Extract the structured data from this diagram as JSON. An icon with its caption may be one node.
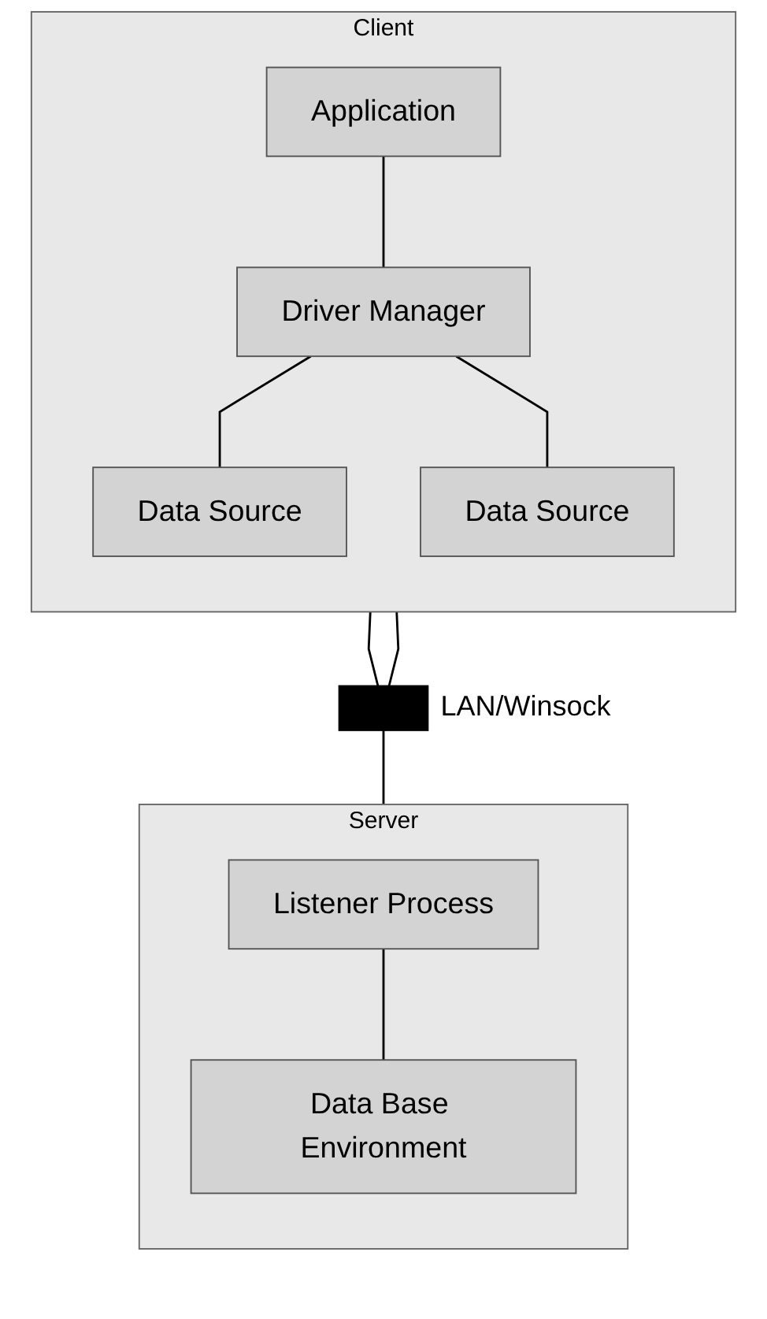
{
  "diagram": {
    "nodes": [
      {
        "text": [
          "Client"
        ]
      },
      {
        "text": [
          "Application"
        ],
        "in": 0
      },
      {
        "text": [
          "Driver Manager"
        ],
        "in": 0
      },
      {
        "text": [
          "Data Source"
        ],
        "in": 0
      },
      {
        "text": [
          "Data Source"
        ],
        "in": 0
      },
      {
        "text": [],
        "shape": "bar",
        "beside": [
          "LAN/Winsock"
        ]
      },
      {
        "text": [
          "Server"
        ]
      },
      {
        "text": [
          "Listener Process"
        ],
        "in": 6
      },
      {
        "text": [
          "Data Base Environment"
        ],
        "in": 6
      }
    ],
    "edges": [
      {
        "from": 1,
        "to": 2,
        "arrow": "none"
      },
      {
        "from": 2,
        "to": 3,
        "arrow": "none"
      },
      {
        "from": 2,
        "to": 4,
        "arrow": "none"
      },
      {
        "from": 0,
        "to": 5,
        "arrow": "none"
      },
      {
        "from": 0,
        "to": 5,
        "arrow": "none"
      },
      {
        "from": 5,
        "to": 6,
        "arrow": "none"
      },
      {
        "from": 7,
        "to": 8,
        "arrow": "none"
      }
    ]
  }
}
